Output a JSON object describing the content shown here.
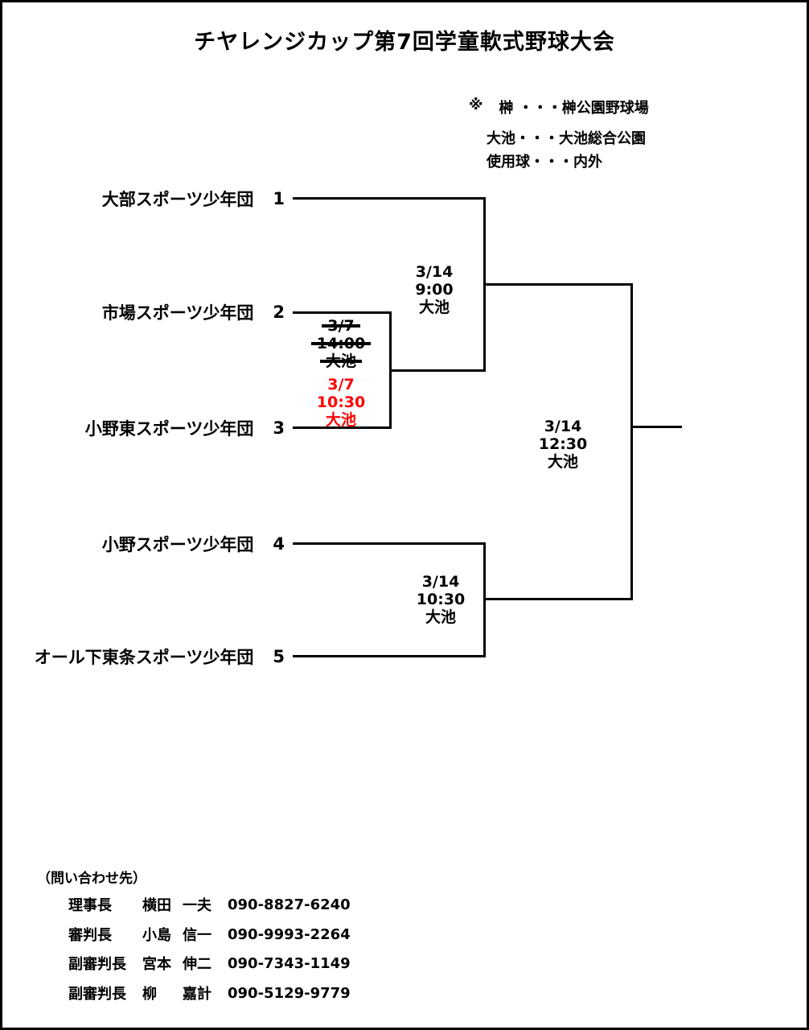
{
  "title": "チヤレンジカップ第7回学童軟式野球大会",
  "legend": {
    "marker": "※",
    "lines": [
      "榊 ・・・榊公園野球場",
      "大池・・・大池総合公園",
      "使用球・・・内外"
    ]
  },
  "teams": [
    {
      "name": "大部スポーツ少年団",
      "seed": "1"
    },
    {
      "name": "市場スポーツ少年団",
      "seed": "2"
    },
    {
      "name": "小野東スポーツ少年団",
      "seed": "3"
    },
    {
      "name": "小野スポーツ少年団",
      "seed": "4"
    },
    {
      "name": "オール下東条スポーツ少年団",
      "seed": "5"
    }
  ],
  "matches": {
    "round1": {
      "cancelled": {
        "date": "3/7",
        "time": "14:00",
        "venue": "大池"
      },
      "rescheduled": {
        "date": "3/7",
        "time": "10:30",
        "venue": "大池"
      }
    },
    "semifinal1": {
      "date": "3/14",
      "time": "9:00",
      "venue": "大池"
    },
    "semifinal2": {
      "date": "3/14",
      "time": "10:30",
      "venue": "大池"
    },
    "final": {
      "date": "3/14",
      "time": "12:30",
      "venue": "大池"
    }
  },
  "contacts": {
    "heading": "（問い合わせ先）",
    "rows": [
      {
        "role": "理事長",
        "last": "横田",
        "first": "一夫",
        "phone": "090-8827-6240"
      },
      {
        "role": "審判長",
        "last": "小島",
        "first": "信一",
        "phone": "090-9993-2264"
      },
      {
        "role": "副審判長",
        "last": "宮本",
        "first": "伸二",
        "phone": "090-7343-1149"
      },
      {
        "role": "副審判長",
        "last": "柳",
        "first": "嘉計",
        "phone": "090-5129-9779"
      }
    ]
  },
  "colors": {
    "highlight": "#ff0000",
    "line": "#000000"
  }
}
